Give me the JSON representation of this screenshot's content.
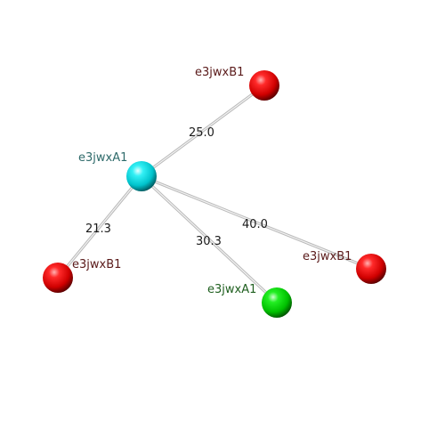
{
  "nodes": [
    {
      "id": "n_center",
      "label": "e3jwxA1",
      "color": "cyan",
      "label_color": "#2f6b6b"
    },
    {
      "id": "n_top",
      "label": "e3jwxB1",
      "color": "red",
      "label_color": "#5a1a1a"
    },
    {
      "id": "n_left",
      "label": "e3jwxB1",
      "color": "red",
      "label_color": "#5a1a1a"
    },
    {
      "id": "n_bottom",
      "label": "e3jwxA1",
      "color": "green",
      "label_color": "#1f5f1f"
    },
    {
      "id": "n_right",
      "label": "e3jwxB1",
      "color": "red",
      "label_color": "#5a1a1a"
    }
  ],
  "edges": [
    {
      "from": "n_center",
      "to": "n_top",
      "label": "25.0"
    },
    {
      "from": "n_center",
      "to": "n_left",
      "label": "21.3"
    },
    {
      "from": "n_center",
      "to": "n_bottom",
      "label": "30.3"
    },
    {
      "from": "n_center",
      "to": "n_right",
      "label": "40.0"
    }
  ]
}
